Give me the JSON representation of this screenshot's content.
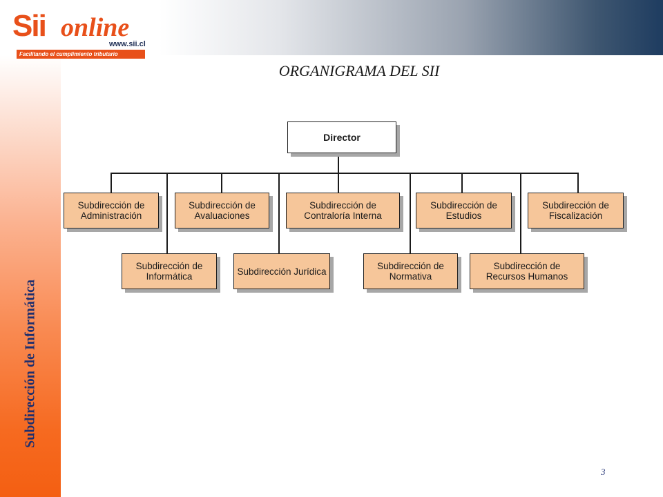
{
  "header": {
    "logo": {
      "brand": "Sii",
      "word": "online",
      "url": "www.sii.cl",
      "tagline": "Facilitando el cumplimiento tributario"
    }
  },
  "sidebar": {
    "label": "Subdirección de Informática"
  },
  "slide": {
    "title": "ORGANIGRAMA DEL SII",
    "page_number": "3"
  },
  "org_chart": {
    "root": "Director",
    "units": {
      "administracion": "Subdirección de Administración",
      "avaluaciones": "Subdirección de Avaluaciones",
      "contraloria": "Subdirección de Contraloría Interna",
      "estudios": "Subdirección de Estudios",
      "fiscalizacion": "Subdirección de Fiscalización",
      "informatica": "Subdirección de Informática",
      "juridica": "Subdirección Jurídica",
      "normativa": "Subdirección de Normativa",
      "recursos_humanos": "Subdirección de Recursos Humanos"
    }
  },
  "colors": {
    "unit_box": "#f6c69a",
    "director_box": "#ffffff",
    "side_band": "#f45f12",
    "header_band": "#1e3c60"
  }
}
